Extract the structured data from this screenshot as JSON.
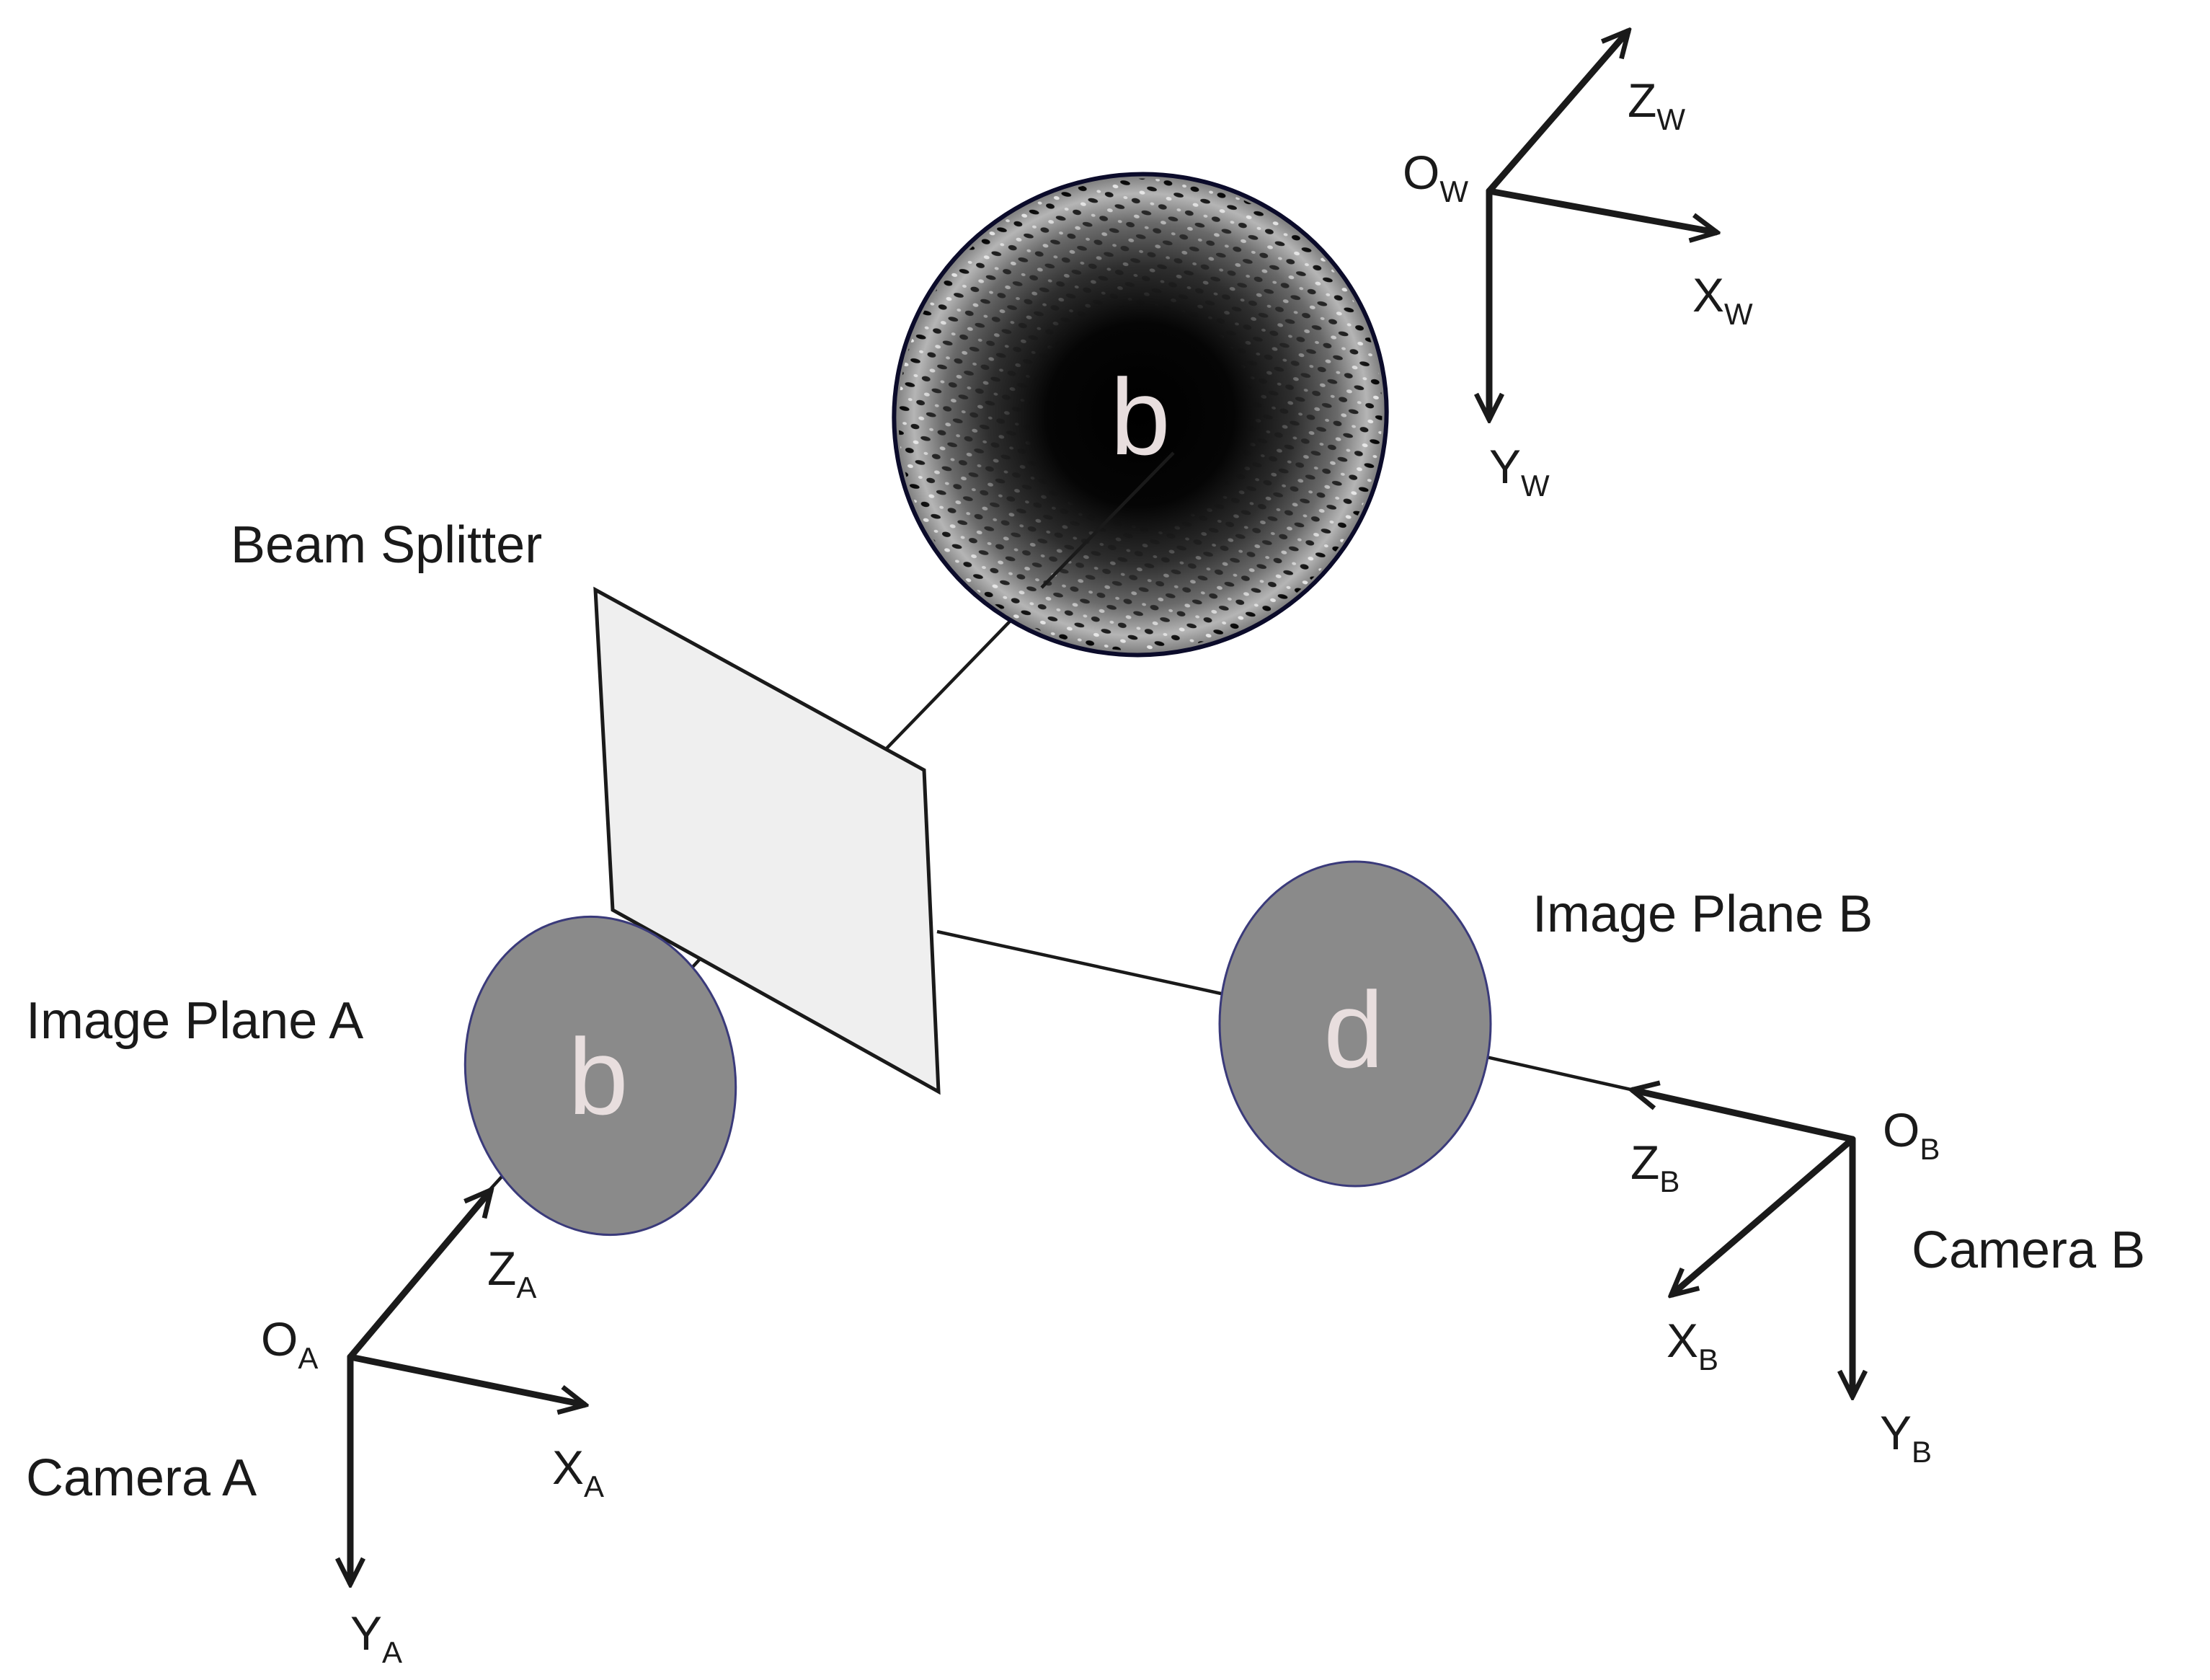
{
  "labels": {
    "beam_splitter": "Beam Splitter",
    "image_plane_a": "Image Plane A",
    "image_plane_b": "Image Plane B",
    "camera_a": "Camera A",
    "camera_b": "Camera B"
  },
  "glyphs": {
    "object": "b",
    "plane_a": "b",
    "plane_b": "d"
  },
  "axes": {
    "world": {
      "origin": "O",
      "origin_sub": "W",
      "x": "X",
      "x_sub": "W",
      "y": "Y",
      "y_sub": "W",
      "z": "Z",
      "z_sub": "W"
    },
    "camera_a": {
      "origin": "O",
      "origin_sub": "A",
      "x": "X",
      "x_sub": "A",
      "y": "Y",
      "y_sub": "A",
      "z": "Z",
      "z_sub": "A"
    },
    "camera_b": {
      "origin": "O",
      "origin_sub": "B",
      "x": "X",
      "x_sub": "B",
      "y": "Y",
      "y_sub": "B",
      "z": "Z",
      "z_sub": "B"
    }
  },
  "colors": {
    "image_plane_fill": "#8a8a8a",
    "image_plane_stroke": "#3a3a7a",
    "splitter_fill": "#efefef",
    "line": "#1a1a1a",
    "glyph": "#e8dede"
  }
}
